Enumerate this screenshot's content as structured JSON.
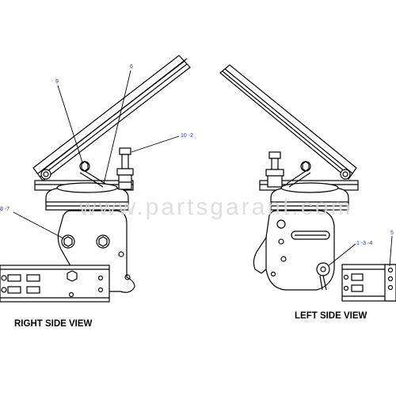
{
  "diagram": {
    "watermark": "www.partsgarant.com",
    "views": {
      "right": {
        "label": "RIGHT SIDE VIEW"
      },
      "left": {
        "label": "LEFT SIDE VIEW"
      }
    },
    "callouts": {
      "c9": "9",
      "c6": "6",
      "c10_2": "10 -2",
      "c8_7": "8 -7",
      "c1_3_4": "1 -3 -4",
      "c5": "5"
    }
  }
}
